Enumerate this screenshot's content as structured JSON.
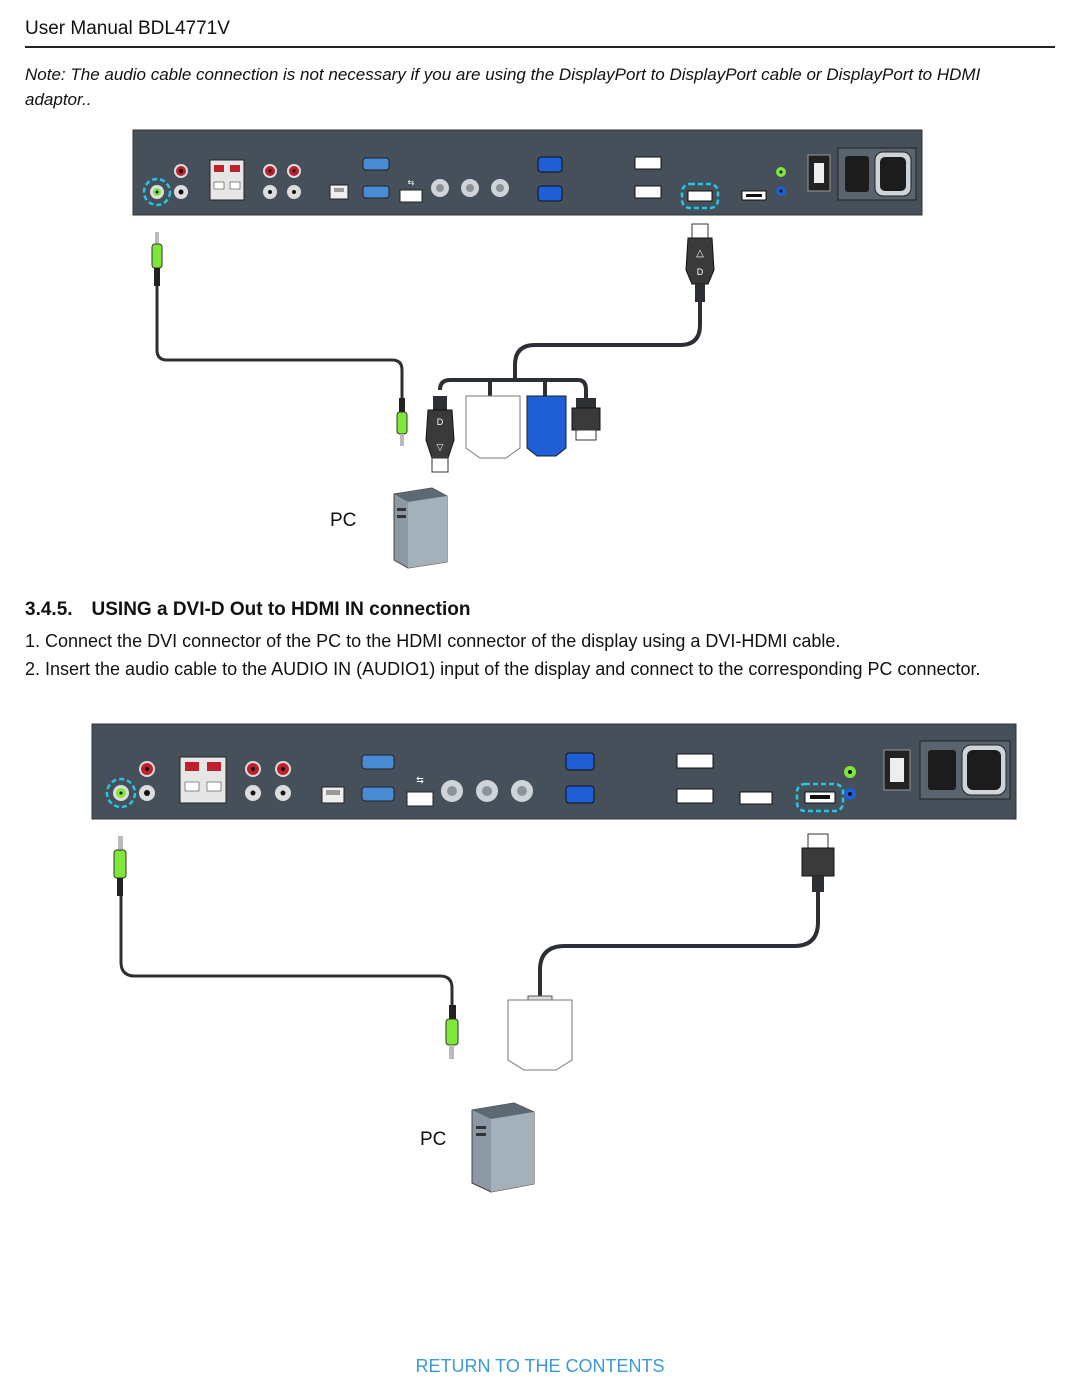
{
  "header": {
    "title": "User Manual BDL4771V"
  },
  "note": "Note: The audio cable connection is not necessary if you are using the DisplayPort to DisplayPort cable or DisplayPort to HDMI adaptor..",
  "section": {
    "title": "3.4.5. USING a DVI-D Out to HDMI IN connection",
    "steps": [
      "1. Connect the DVI connector of the PC to the HDMI connector of the display using a DVI-HDMI cable.",
      "2. Insert the audio cable to the AUDIO IN (AUDIO1) input of the display and connect to the corresponding PC connector."
    ]
  },
  "diagram1": {
    "pc_label": "PC"
  },
  "diagram2": {
    "pc_label": "PC"
  },
  "footer": {
    "return_link": "RETURN TO THE CONTENTS"
  },
  "colors": {
    "panel": "#46505a",
    "highlight": "#27c6e6",
    "audio_plug": "#7ee83a",
    "vga_blue": "#1f5fd6",
    "link": "#3a9ad9"
  },
  "icons": [
    "audio-jack-icon",
    "speaker-terminal-icon",
    "rca-jack-icon",
    "rj45-icon",
    "rs232-port-icon",
    "usb-port-icon",
    "vga-port-icon",
    "dvi-port-icon",
    "displayport-icon",
    "hdmi-port-icon",
    "power-switch-icon",
    "ac-socket-icon",
    "pc-tower-icon"
  ]
}
